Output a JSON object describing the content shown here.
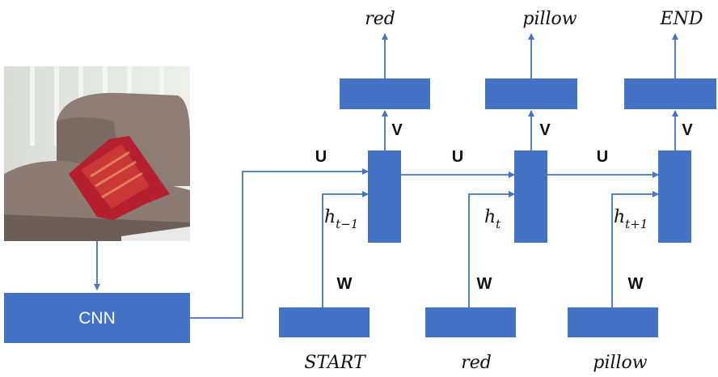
{
  "image": {
    "description": "photo of a grey sofa with a red pillow"
  },
  "cnn": {
    "label": "CNN"
  },
  "weights": {
    "u": "U",
    "v": "V",
    "w": "W"
  },
  "inputs": [
    "START",
    "red",
    "pillow"
  ],
  "outputs": [
    "red",
    "pillow",
    "END"
  ],
  "hidden": [
    {
      "base": "h",
      "sub": "t−1"
    },
    {
      "base": "h",
      "sub": "t"
    },
    {
      "base": "h",
      "sub": "t+1"
    }
  ],
  "colors": {
    "block": "#4472c4",
    "arrow": "#4472c4"
  }
}
